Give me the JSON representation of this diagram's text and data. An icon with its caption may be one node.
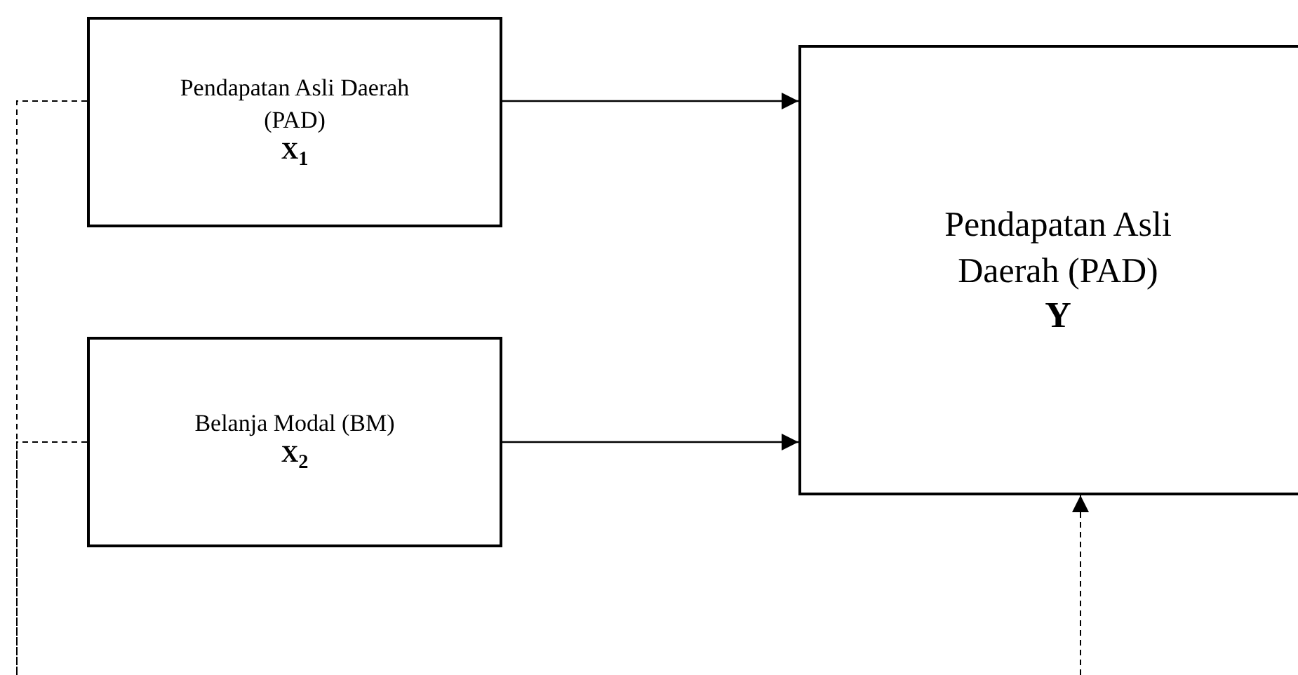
{
  "diagram": {
    "nodes": [
      {
        "text": [
          "Pendapatan Asli Daerah (PAD)",
          "X$_{1}$"
        ]
      },
      {
        "text": [
          "Belanja Modal (BM)",
          "X$_{2}$"
        ]
      },
      {
        "text": [
          "Pendapatan Asli Daerah (PAD)",
          "Y"
        ]
      }
    ],
    "edges": [
      {
        "from": 0,
        "to": 2,
        "arrow": "to"
      },
      {
        "from": 1,
        "to": 2,
        "arrow": "to"
      },
      {
        "from": 0,
        "to": null,
        "arrow": "none",
        "style": "dashed"
      },
      {
        "from": 1,
        "to": null,
        "arrow": "none",
        "style": "dashed"
      },
      {
        "from": null,
        "to": 2,
        "arrow": "to",
        "style": "dashed"
      }
    ]
  }
}
